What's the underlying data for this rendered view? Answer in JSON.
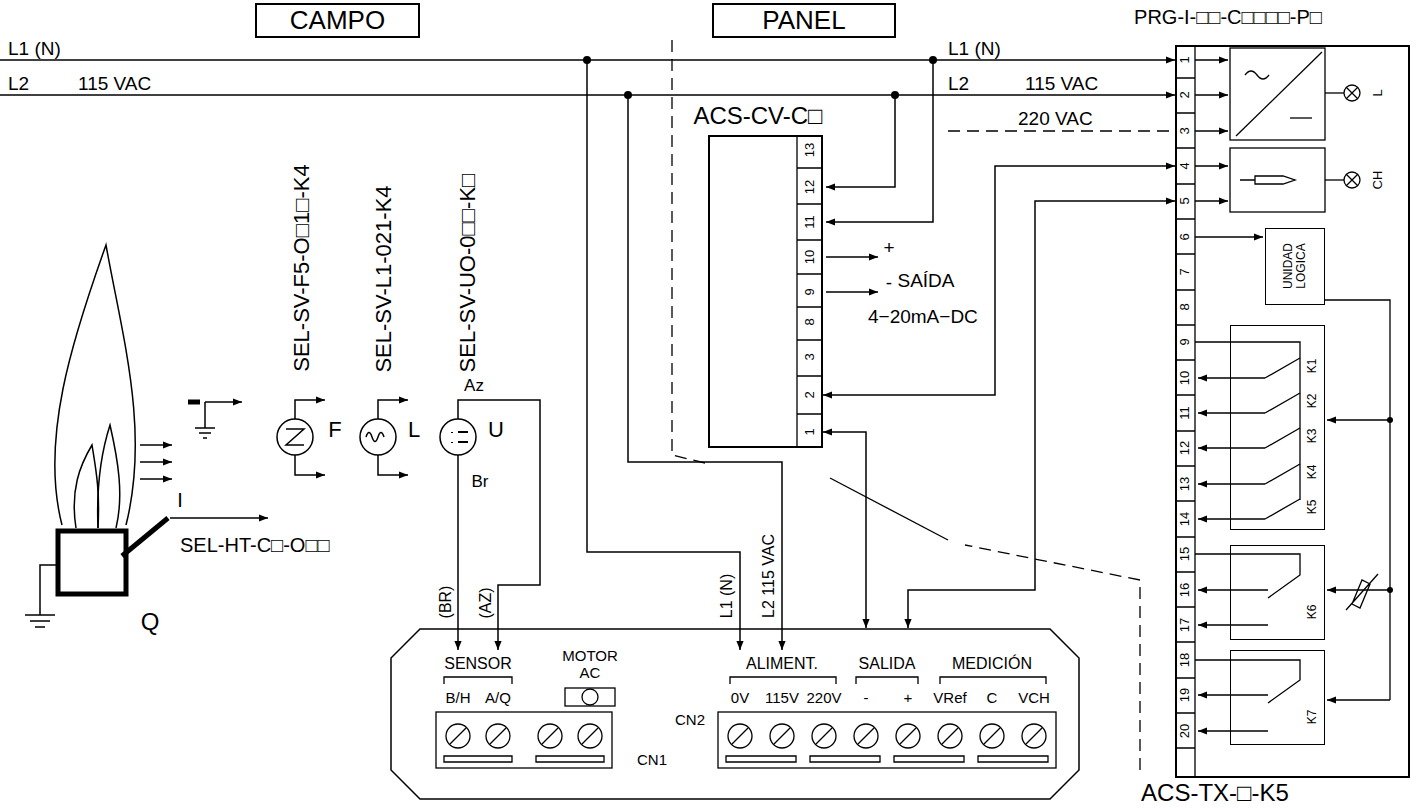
{
  "diagram": {
    "nodes": [
      {
        "text": [
          "CAMPO"
        ]
      },
      {
        "text": [
          "PANEL"
        ]
      },
      {
        "text": [
          "ACS-CV-C□",
          "13",
          "12",
          "11",
          "10",
          "9",
          "8",
          "3",
          "2",
          "1"
        ]
      },
      {
        "text": [
          "PRG-I-□□-C□□□□-P□",
          "1",
          "2",
          "3",
          "4",
          "5",
          "6",
          "7",
          "8",
          "9",
          "10",
          "11",
          "12",
          "13",
          "14",
          "15",
          "16",
          "17",
          "18",
          "19",
          "20"
        ]
      },
      {
        "text": [
          "UNIDAD LOGICA"
        ],
        "in": 3
      },
      {
        "text": [
          "K1",
          "K2",
          "K3",
          "K4",
          "K5"
        ],
        "in": 3
      },
      {
        "text": [
          "K6"
        ],
        "in": 3
      },
      {
        "text": [
          "K7"
        ],
        "in": 3
      },
      {
        "text": [
          "ACS-TX-□-K5",
          "SENSOR",
          "B/H",
          "A/Q",
          "MOTOR AC",
          "ALIMENT.",
          "0V",
          "115V",
          "220V",
          "SALIDA",
          "-",
          "+",
          "MEDICIÓN",
          "VRef",
          "C",
          "VCH",
          "CN1",
          "CN2"
        ]
      }
    ],
    "edges": [
      {
        "from": 3,
        "to": 2,
        "arrow": "both"
      },
      {
        "from": 8,
        "to": 2,
        "arrow": "both"
      },
      {
        "from": 3,
        "to": 8,
        "arrow": "both"
      }
    ],
    "labels": [
      "L1 (N)",
      "L2",
      "115 VAC",
      "L1 (N)",
      "L2",
      "115 VAC",
      "220 VAC",
      "SEL-SV-F5-O□1□-K4",
      "SEL-SV-L1-021-K4",
      "SEL-SV-UO-0□□-K□",
      "F",
      "L",
      "U",
      "Az",
      "Br",
      "I",
      "SEL-HT-C□-O□□",
      "Q",
      "+",
      "-",
      "SAÍDA",
      "4−20mA−DC",
      "L",
      "CH",
      "(BR)",
      "(AZ)",
      "L1 (N)",
      "L2 115 VAC"
    ]
  }
}
